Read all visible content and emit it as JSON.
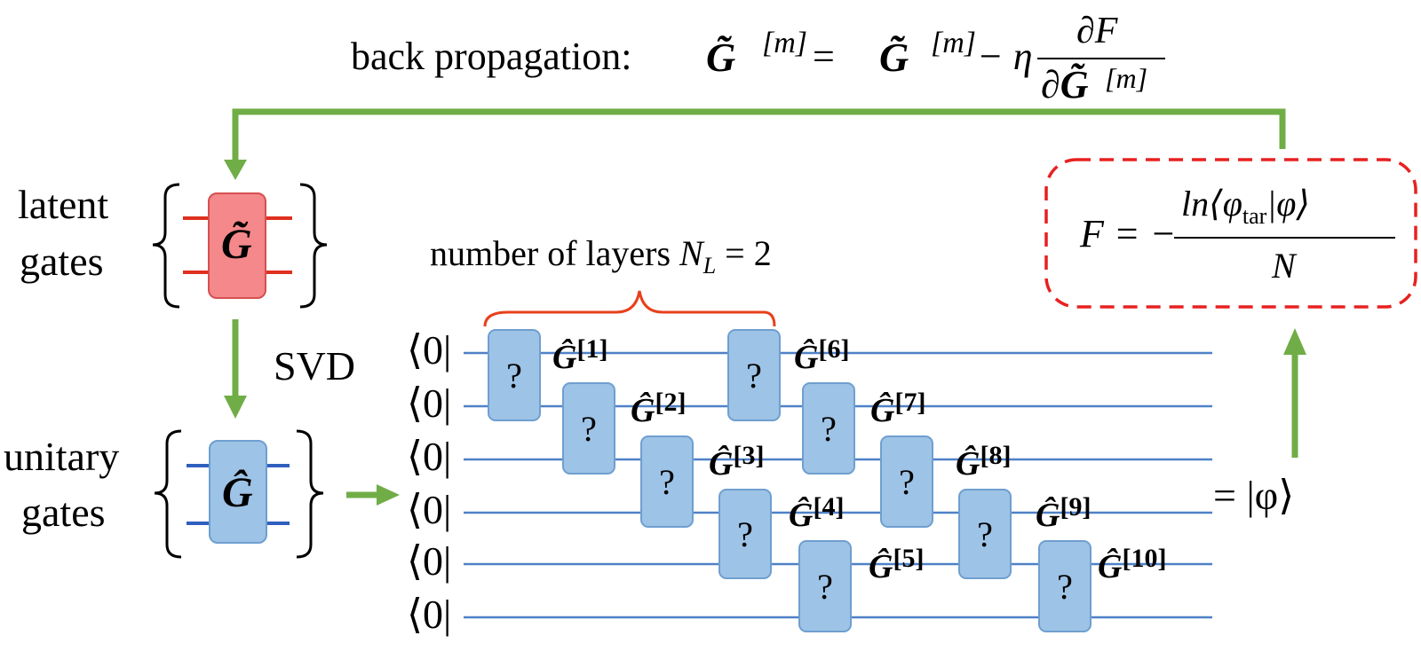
{
  "backprop": {
    "label": "back propagation:",
    "lhs": "G̃ ",
    "lhs_sup": "[m]",
    "eq1": " = ",
    "rhs": "G̃ ",
    "rhs_sup": "[m]",
    "minus_eta": " − η",
    "frac_num": "∂F",
    "frac_den": "∂G̃ ",
    "frac_den_sup": "[m]"
  },
  "latent": {
    "label_line1": "latent",
    "label_line2": "gates",
    "gate_symbol": "G̃",
    "gate_color": "#f4888a",
    "wire_color": "#e03020"
  },
  "svd_label": "SVD",
  "unitary": {
    "label_line1": "unitary",
    "label_line2": "gates",
    "gate_symbol": "Ĝ",
    "gate_color": "#9dc3e6",
    "wire_color": "#2f5fbf"
  },
  "layers_label": {
    "prefix": "number of layers ",
    "symbol": "N",
    "sub": "L",
    "suffix": " = 2"
  },
  "loss": {
    "lhs": "F = −",
    "num_ln": "ln",
    "num_bra": "⟨φ",
    "num_sub": "tar",
    "num_ket": "|φ⟩",
    "den": "N",
    "border_color": "#e82020"
  },
  "output_label": "= |φ⟩",
  "circuit": {
    "qubit_label": "⟨0|",
    "qubits": 6,
    "gate_mark": "?",
    "gate_symbol": "Ĝ",
    "gate_labels": [
      "[1]",
      "[2]",
      "[3]",
      "[4]",
      "[5]",
      "[6]",
      "[7]",
      "[8]",
      "[9]",
      "[10]"
    ],
    "wire_color": "#4f81c7",
    "gate_color": "#9dc3e6"
  },
  "arrow_color": "#70ad47",
  "brace_color": "#e8401c"
}
